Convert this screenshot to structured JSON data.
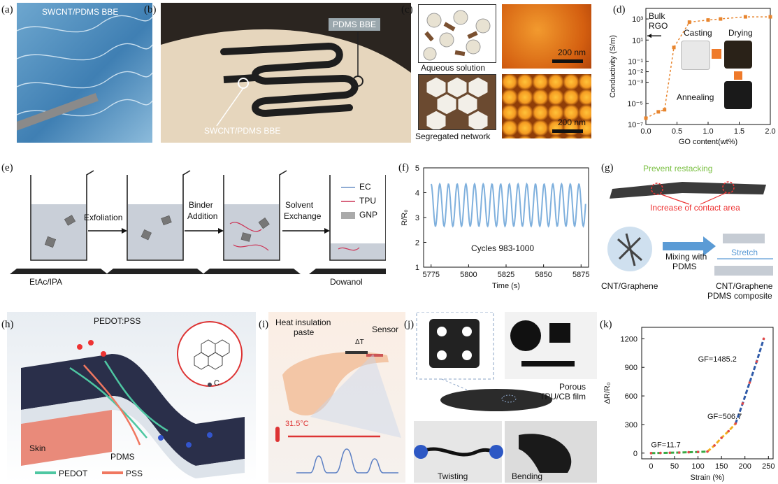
{
  "panels": {
    "a": {
      "label": "(a)",
      "title": "SWCNT/PDMS BBE"
    },
    "b": {
      "label": "(b)",
      "callout_top": "PDMS BBE",
      "callout_bottom": "SWCNT/PDMS BBE"
    },
    "c": {
      "label": "(c)",
      "aqueous": "Aqueous solution",
      "segregated": "Segregated network",
      "scale1": "200 nm",
      "scale2": "200 nm"
    },
    "d": {
      "label": "(d)",
      "bulk": "Bulk",
      "rgo": "RGO",
      "casting": "Casting",
      "drying": "Drying",
      "annealing": "Annealing"
    },
    "e": {
      "label": "(e)",
      "exfoliation": "Exfoliation",
      "binder1": "Binder",
      "binder2": "Addition",
      "solvent1": "Solvent",
      "solvent2": "Exchange",
      "leg_ec": "EC",
      "leg_tpu": "TPU",
      "leg_gnp": "GNP",
      "bottom_left": "EtAc/IPA",
      "bottom_right": "Dowanol"
    },
    "f": {
      "label": "(f)",
      "cycles": "Cycles 983-1000"
    },
    "g": {
      "label": "(g)",
      "prevent": "Prevent restacking",
      "increase": "Increase of contact area",
      "mixing1": "Mixing with",
      "mixing2": "PDMS",
      "stretch": "Stretch",
      "left_caption": "CNT/Graphene",
      "right_caption1": "CNT/Graphene",
      "right_caption2": "PDMS composite"
    },
    "h": {
      "label": "(h)",
      "pedotpss": "PEDOT:PSS",
      "skin": "Skin",
      "pdms": "PDMS",
      "c_atom": "C",
      "leg_pedot": "PEDOT",
      "leg_pss": "PSS"
    },
    "i": {
      "label": "(i)",
      "heat1": "Heat insulation",
      "heat2": "paste",
      "sensor": "Sensor",
      "dt": "ΔT",
      "temp": "31.5°C"
    },
    "j": {
      "label": "(j)",
      "porous1": "Porous",
      "porous2": "TPU/CB film",
      "twisting": "Twisting",
      "bending": "Bending"
    },
    "k": {
      "label": "(k)"
    }
  },
  "chart_data": [
    {
      "id": "d",
      "type": "scatter",
      "xlabel": "GO content(wt%)",
      "ylabel": "Conductivity (S/m)",
      "log_y": true,
      "xlim": [
        0,
        2.0
      ],
      "ylim_exp": [
        -7,
        4
      ],
      "xticks": [
        "0.0",
        "0.5",
        "1.0",
        "1.5",
        "2.0"
      ],
      "yticks": [
        "10⁻⁷",
        "10⁻⁵",
        "10⁻³",
        "10⁻²",
        "10⁻¹",
        "10¹",
        "10³"
      ],
      "ytick_exp": [
        -7,
        -5,
        -3,
        -2,
        -1,
        1,
        3
      ],
      "points": [
        [
          0.0,
          -6.4
        ],
        [
          0.2,
          -5.8
        ],
        [
          0.3,
          -5.6
        ],
        [
          0.45,
          0.3
        ],
        [
          0.7,
          2.7
        ],
        [
          1.0,
          2.9
        ],
        [
          1.2,
          3.0
        ],
        [
          1.6,
          3.2
        ],
        [
          2.0,
          3.2
        ]
      ],
      "bulk_rgo_log": 1.4,
      "color": "#e8852e"
    },
    {
      "id": "f",
      "type": "line",
      "xlabel": "Time (s)",
      "ylabel": "R/R₀",
      "xlim": [
        5770,
        5880
      ],
      "ylim": [
        1,
        5
      ],
      "xticks": [
        5775,
        5800,
        5825,
        5850,
        5875
      ],
      "yticks": [
        1,
        2,
        3,
        4,
        5
      ],
      "signal": {
        "min": 2.65,
        "max": 4.35,
        "period_s": 5.8,
        "cycles": 18,
        "t_start": 5775,
        "t_end": 5878
      },
      "color": "#7fb0dd"
    },
    {
      "id": "k",
      "type": "scatter",
      "xlabel": "Strain (%)",
      "ylabel": "ΔR/R₀",
      "xlim": [
        -20,
        260
      ],
      "ylim": [
        -60,
        1320
      ],
      "xticks": [
        0,
        50,
        100,
        150,
        200,
        250
      ],
      "yticks": [
        0,
        300,
        600,
        900,
        1200
      ],
      "series": [
        {
          "name": "GF=11.7",
          "color": "#39a845",
          "x": [
            0,
            20,
            40,
            60,
            80,
            100,
            120
          ],
          "y": [
            0,
            2,
            4,
            6,
            9,
            12,
            16
          ]
        },
        {
          "name": "GF=506.7",
          "color": "#f2b01e",
          "x": [
            120,
            135,
            150,
            165,
            180
          ],
          "y": [
            16,
            80,
            160,
            230,
            310
          ]
        },
        {
          "name": "GF=1485.2",
          "color": "#2f5aa8",
          "x": [
            180,
            195,
            210,
            225,
            240
          ],
          "y": [
            310,
            520,
            740,
            960,
            1200
          ]
        }
      ],
      "points_color": "#e34848",
      "points_x": [
        0,
        20,
        40,
        60,
        80,
        100,
        120,
        135,
        150,
        165,
        180,
        195,
        210,
        225,
        240
      ],
      "points_y": [
        0,
        2,
        4,
        6,
        9,
        12,
        16,
        80,
        160,
        230,
        310,
        520,
        740,
        960,
        1200
      ]
    }
  ]
}
